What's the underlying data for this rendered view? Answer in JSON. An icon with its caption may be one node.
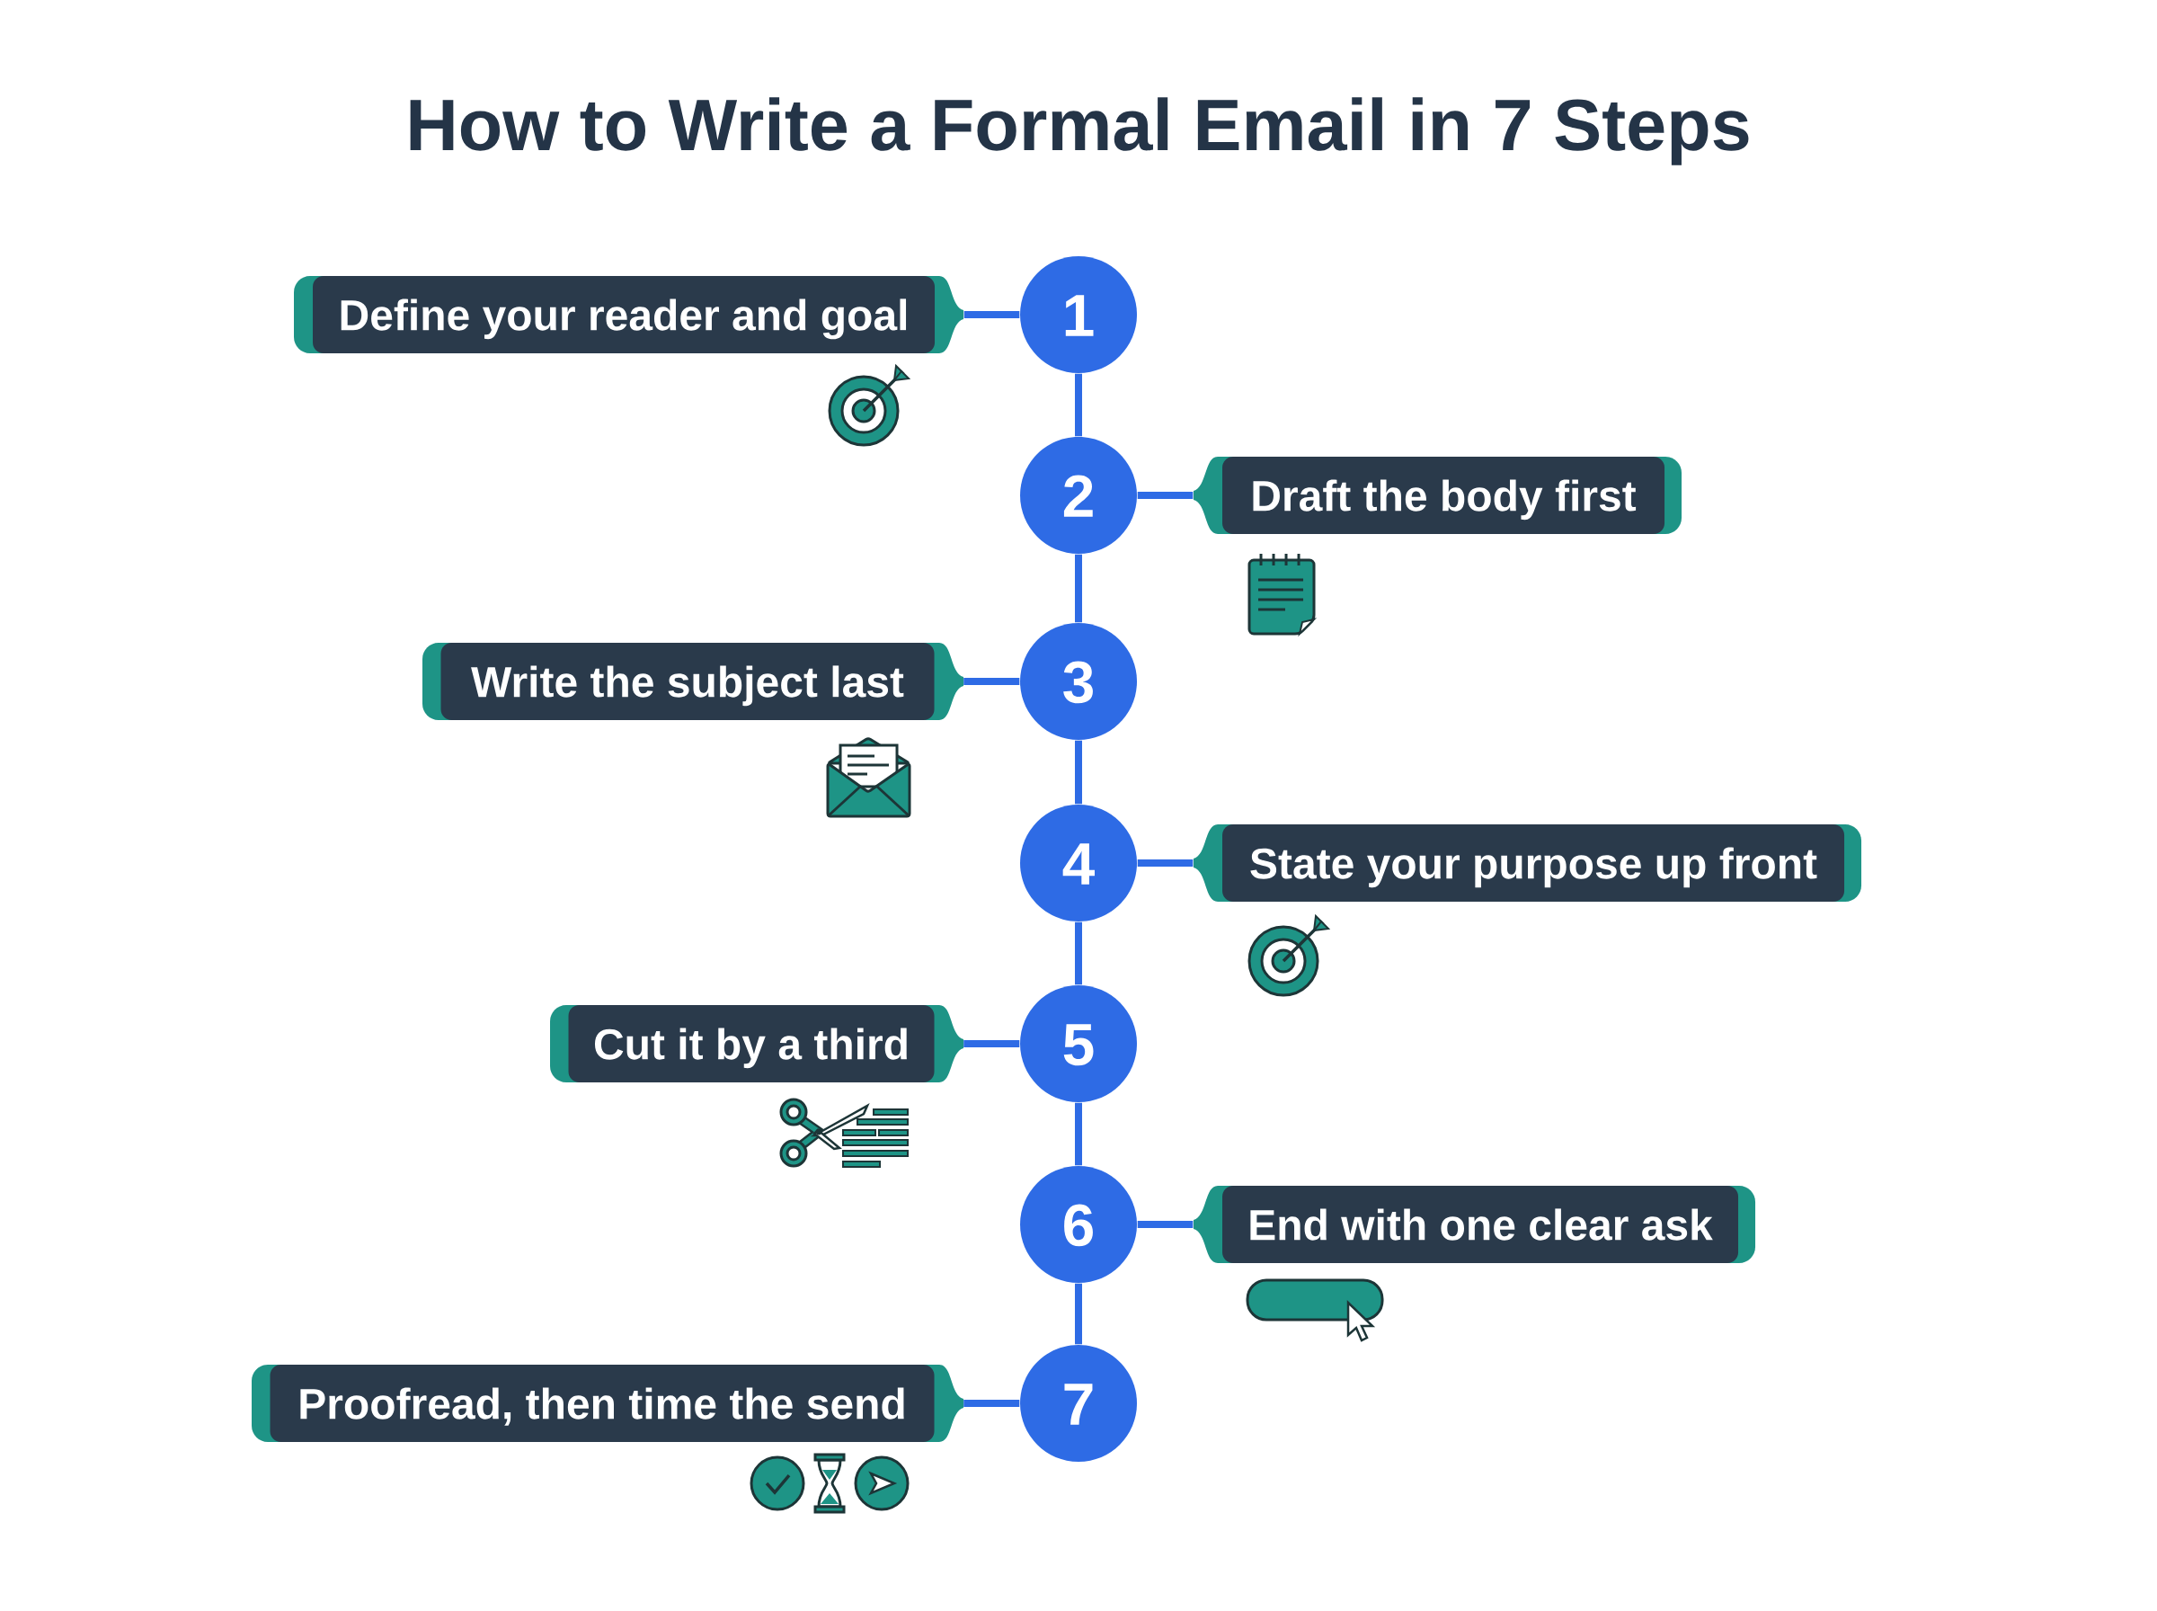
{
  "diagram": {
    "title": "How to Write a Formal Email in 7 Steps",
    "nodes": [
      {
        "text": [
          "Define your reader and goal"
        ]
      },
      {
        "text": [
          "1"
        ]
      },
      {
        "text": [
          "2"
        ]
      },
      {
        "text": [
          "Draft the body first"
        ]
      },
      {
        "text": [
          "Write the subject last"
        ]
      },
      {
        "text": [
          "3"
        ]
      },
      {
        "text": [
          "4"
        ]
      },
      {
        "text": [
          "State your purpose up front"
        ]
      },
      {
        "text": [
          "Cut it by a third"
        ]
      },
      {
        "text": [
          "5"
        ]
      },
      {
        "text": [
          "6"
        ]
      },
      {
        "text": [
          "End with one clear ask"
        ]
      },
      {
        "text": [
          "Proofread, then time the send"
        ]
      },
      {
        "text": [
          "7"
        ]
      }
    ],
    "edges": [
      {
        "from": 0,
        "to": 1,
        "arrow": "none"
      },
      {
        "from": 1,
        "to": 2,
        "arrow": "none"
      },
      {
        "from": 2,
        "to": 3,
        "arrow": "none"
      },
      {
        "from": 2,
        "to": 5,
        "arrow": "none"
      },
      {
        "from": 4,
        "to": 5,
        "arrow": "none"
      },
      {
        "from": 5,
        "to": 6,
        "arrow": "none"
      },
      {
        "from": 6,
        "to": 7,
        "arrow": "none"
      },
      {
        "from": 6,
        "to": 9,
        "arrow": "none"
      },
      {
        "from": 8,
        "to": 9,
        "arrow": "none"
      },
      {
        "from": 9,
        "to": 10,
        "arrow": "none"
      },
      {
        "from": 10,
        "to": 11,
        "arrow": "none"
      },
      {
        "from": 10,
        "to": 13,
        "arrow": "none"
      },
      {
        "from": 12,
        "to": 13,
        "arrow": "none"
      }
    ]
  }
}
